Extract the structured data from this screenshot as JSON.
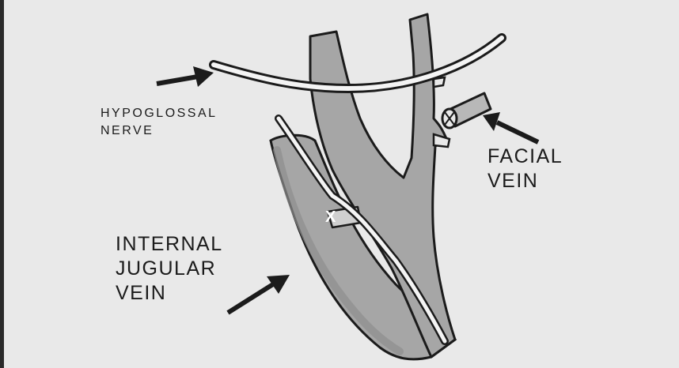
{
  "labels": {
    "hypoglossal_nerve": [
      "HYPOGLOSSAL",
      "NERVE"
    ],
    "facial_vein": [
      "FACIAL",
      "VEIN"
    ],
    "internal_jugular_vein": [
      "INTERNAL",
      "JUGULAR",
      "VEIN"
    ]
  },
  "markers": {
    "ligation_mark": "X"
  },
  "colors": {
    "background": "#e9e9e9",
    "vessel_fill": "#a6a6a6",
    "vessel_shadow": "#8e8e8e",
    "nerve_fill": "#f4f4f4",
    "outline": "#1b1b1b"
  }
}
